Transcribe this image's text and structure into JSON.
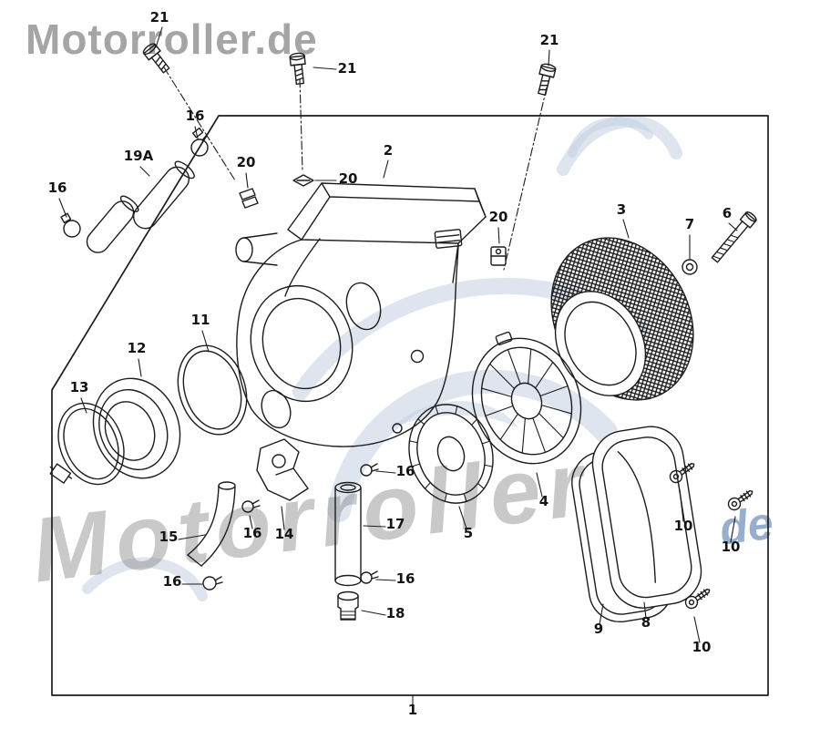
{
  "brand": {
    "header_watermark": "Motorroller.de",
    "diagonal_watermark": "Motorroller",
    "diagonal_watermark_suffix": "de"
  },
  "colors": {
    "line": "#1c1c1c",
    "watermark_gray": "#8f8f8f",
    "watermark_blue": "#7d9cc3",
    "logo_blue": "#c3cfe2"
  },
  "callouts": [
    {
      "label": "21"
    },
    {
      "label": "21"
    },
    {
      "label": "21"
    },
    {
      "label": "16"
    },
    {
      "label": "19A"
    },
    {
      "label": "16"
    },
    {
      "label": "20"
    },
    {
      "label": "20"
    },
    {
      "label": "2"
    },
    {
      "label": "20"
    },
    {
      "label": "3"
    },
    {
      "label": "7"
    },
    {
      "label": "6"
    },
    {
      "label": "11"
    },
    {
      "label": "12"
    },
    {
      "label": "13"
    },
    {
      "label": "4"
    },
    {
      "label": "5"
    },
    {
      "label": "14"
    },
    {
      "label": "16"
    },
    {
      "label": "17"
    },
    {
      "label": "15"
    },
    {
      "label": "16"
    },
    {
      "label": "16"
    },
    {
      "label": "16"
    },
    {
      "label": "18"
    },
    {
      "label": "8"
    },
    {
      "label": "9"
    },
    {
      "label": "10"
    },
    {
      "label": "10"
    },
    {
      "label": "10"
    },
    {
      "label": "1"
    }
  ]
}
